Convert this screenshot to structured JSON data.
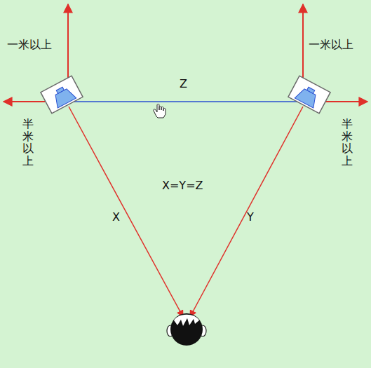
{
  "diagram": {
    "labels": [
      "一米以上",
      "一米以上",
      "半米以上",
      "半米以上",
      "Z",
      "X=Y=Z",
      "X",
      "Y"
    ]
  }
}
